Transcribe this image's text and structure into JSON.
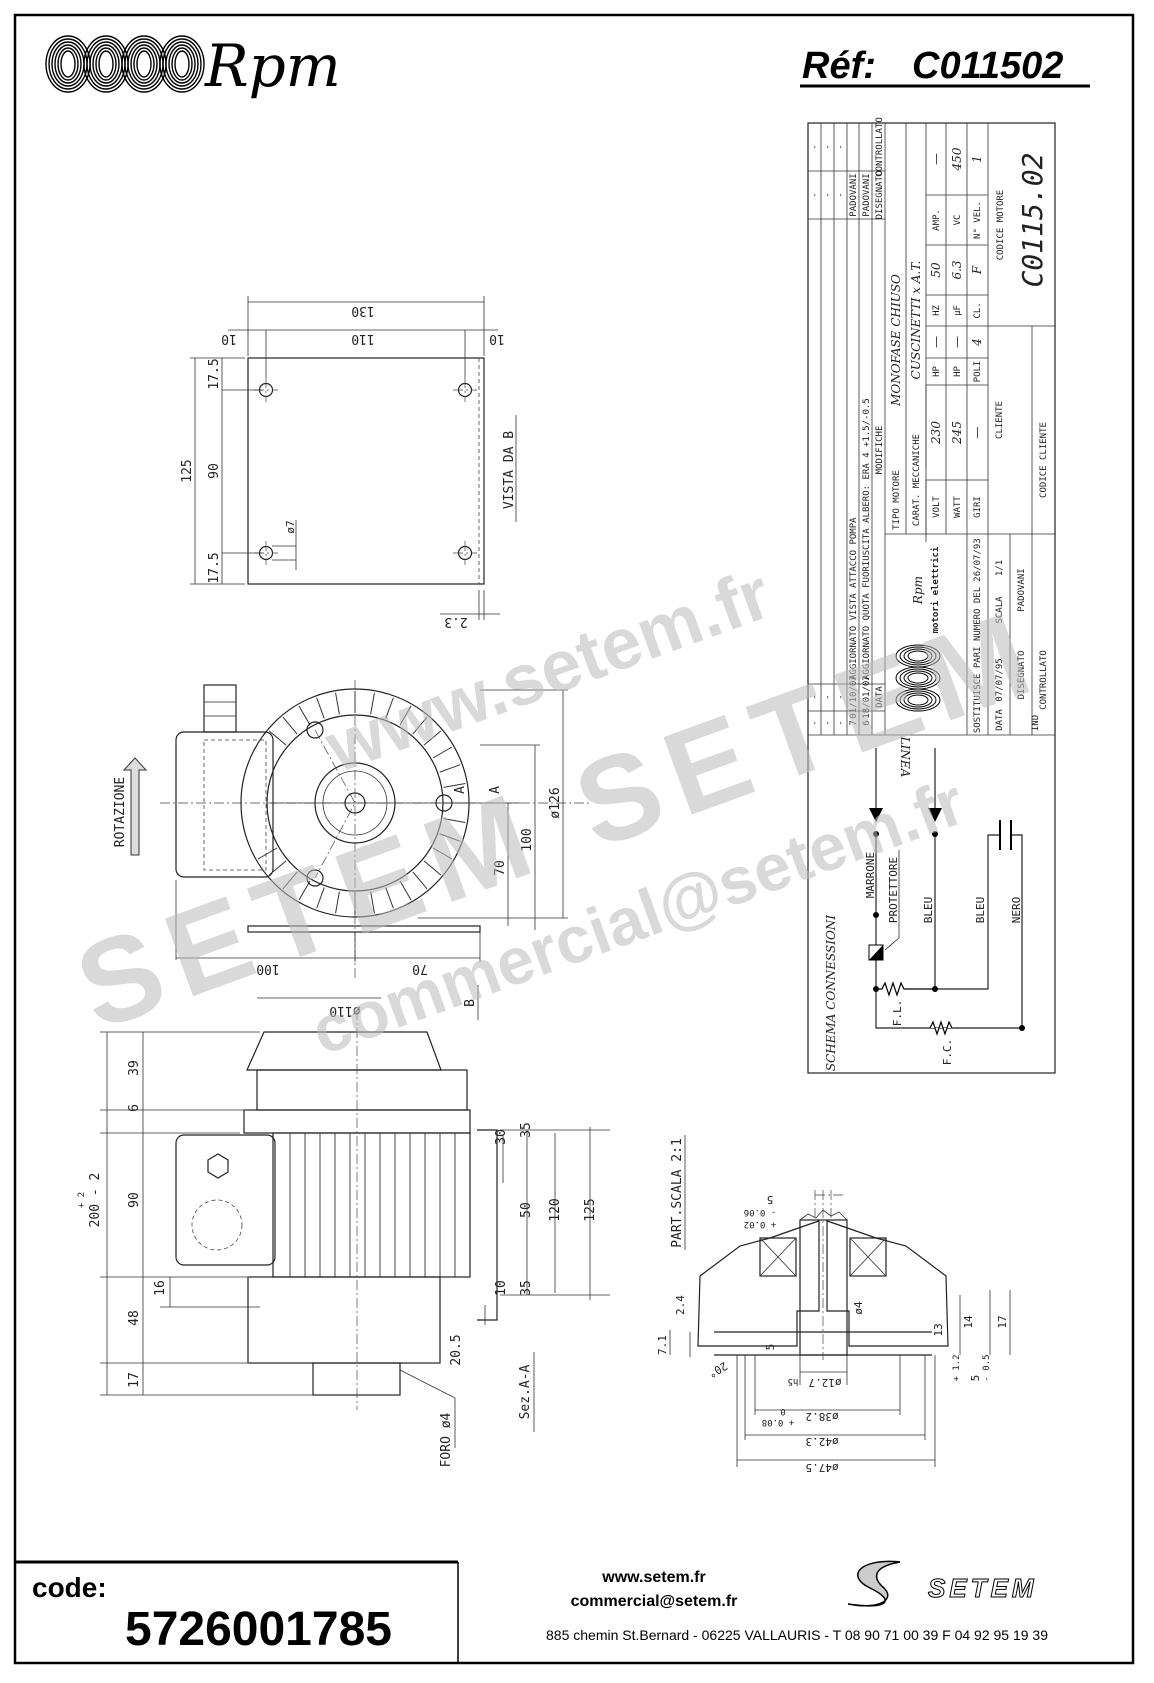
{
  "header": {
    "brand": "Rpm",
    "ref_label": "Réf:",
    "ref_value": "C011502"
  },
  "vista_b": {
    "label": "VISTA DA B",
    "dims": {
      "overall_width": "130",
      "hole_spacing_x": "110",
      "margin_left": "10",
      "margin_right": "10",
      "overall_height": "125",
      "hole_spacing_y": "90",
      "top_offset": "17.5",
      "bottom_offset": "17.5",
      "hole_diameter": "ø7",
      "thickness": "2.3"
    }
  },
  "front_view": {
    "rotation_label": "ROTAZIONE",
    "section_mark": "A",
    "dims": {
      "left": "100",
      "right": "70",
      "diameter": "ø126",
      "height_100": "100",
      "height_70": "70"
    }
  },
  "side_view": {
    "view_mark": "B",
    "section_label": "Sez.A-A",
    "hole_label": "FORO ø4",
    "dims": {
      "diameter": "ø110",
      "total": "200 - 2",
      "total_tol": "+ 2",
      "d39": "39",
      "d6": "6",
      "d90": "90",
      "d48": "48",
      "d17": "17",
      "d16": "16",
      "d30": "30",
      "d35a": "35",
      "d50": "50",
      "d35b": "35",
      "d120": "120",
      "d125": "125",
      "d10": "10",
      "d20_5": "20.5"
    }
  },
  "detail": {
    "label": "PART.SCALA 2:1",
    "dims": {
      "key": "5",
      "key_tol_minus": "- 0.06",
      "key_tol_plus": "+ 0.02",
      "shaft": "ø12.7",
      "shaft_fit": "h5",
      "d38": "ø38.2",
      "d38_tol_plus": "+ 0.08",
      "d38_tol_zero": "0",
      "d42": "ø42.3",
      "d47": "ø47.5",
      "d2_4": "2.4",
      "d7_1": "7.1",
      "angle": "20°",
      "d5": "5",
      "hole": "ø4",
      "d13": "13",
      "d14": "14",
      "d17": "17",
      "d5b": "5",
      "d5b_tol_minus": "- 0.5",
      "d5b_tol_plus": "+ 1.2"
    }
  },
  "title_block": {
    "revision_headers": {
      "ind": "IND",
      "data": "DATA",
      "modifiche": "MODIFICHE",
      "disegnato": "DISEGNATO",
      "controllato": "CONTROLLATO"
    },
    "revisions": [
      {
        "ind": "7",
        "data": "01/10/07",
        "modifiche": "AGGIORNATO VISTA ATTACCO POMPA",
        "disegnato": "PADOVANI"
      },
      {
        "ind": "6",
        "data": "18/01/07",
        "modifiche": "AGGIORNATO QUOTA FUORIUSCITA ALBERO: ERA 4 +1.5/-0.5",
        "disegnato": "PADOVANI"
      }
    ],
    "empty_mark": "-",
    "logo_brand": "Rpm",
    "logo_sub": "motori elettrici",
    "sostituisce_label": "SOSTITUISCE PARI NUMERO DEL",
    "sostituisce_date": "26/07/93",
    "data_label": "DATA",
    "data_value": "07/07/95",
    "scala_label": "SCALA",
    "scala_value": "1/1",
    "disegnato_label": "DISEGNATO",
    "disegnato_value": "PADOVANI",
    "controllato_label": "CONTROLLATO",
    "tipo_motore_label": "TIPO MOTORE",
    "tipo_motore_value": "MONOFASE CHIUSO",
    "carat_label": "CARAT. MECCANICHE",
    "carat_value": "CUSCINETTI x A.T.",
    "specs": [
      [
        {
          "label": "VOLT",
          "value": "230"
        },
        {
          "label": "HP",
          "value": "—"
        },
        {
          "label": "HZ",
          "value": "50"
        },
        {
          "label": "AMP.",
          "value": "—"
        }
      ],
      [
        {
          "label": "WATT",
          "value": "245"
        },
        {
          "label": "HP",
          "value": "—"
        },
        {
          "label": "µF",
          "value": "6.3"
        },
        {
          "label": "VC",
          "value": "450"
        }
      ],
      [
        {
          "label": "GIRI",
          "value": "—"
        },
        {
          "label": "POLI",
          "value": "4"
        },
        {
          "label": "CL.",
          "value": "F"
        },
        {
          "label": "N° VEL.",
          "value": "1"
        }
      ]
    ],
    "cliente_label": "CLIENTE",
    "codice_cliente_label": "CODICE CLIENTE",
    "codice_motore_label": "CODICE MOTORE",
    "codice_motore_value": "C0115.02"
  },
  "schema": {
    "title": "SCHEMA CONNESSIONI",
    "linea": "LINEA",
    "marrone": "MARRONE",
    "protettore": "PROTETTORE",
    "bleu1": "BLEU",
    "bleu2": "BLEU",
    "nero": "NERO",
    "fl": "F.L.",
    "fc": "F.C."
  },
  "watermark": {
    "site": "www.setem.fr",
    "brand": "SETEM SETEM",
    "email": "commercial@setem.fr"
  },
  "footer": {
    "code_label": "code:",
    "code_value": "5726001785",
    "website": "www.setem.fr",
    "email": "commercial@setem.fr",
    "address": "885 chemin St.Bernard  -  06225 VALLAURIS  -  T 08 90 71 00 39   F 04 92 95 19 39",
    "logo_text": "SETEM"
  }
}
